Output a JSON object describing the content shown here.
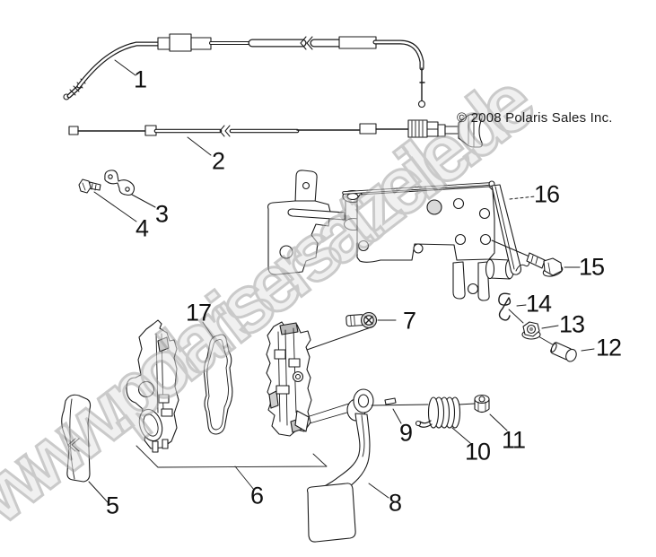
{
  "page": {
    "copyright": "© 2008 Polaris Sales Inc.",
    "watermark": "www.polarisersatzeile.de",
    "callouts": [
      "1",
      "2",
      "3",
      "4",
      "5",
      "6",
      "7",
      "8",
      "9",
      "10",
      "11",
      "12",
      "13",
      "14",
      "15",
      "16",
      "17"
    ]
  }
}
